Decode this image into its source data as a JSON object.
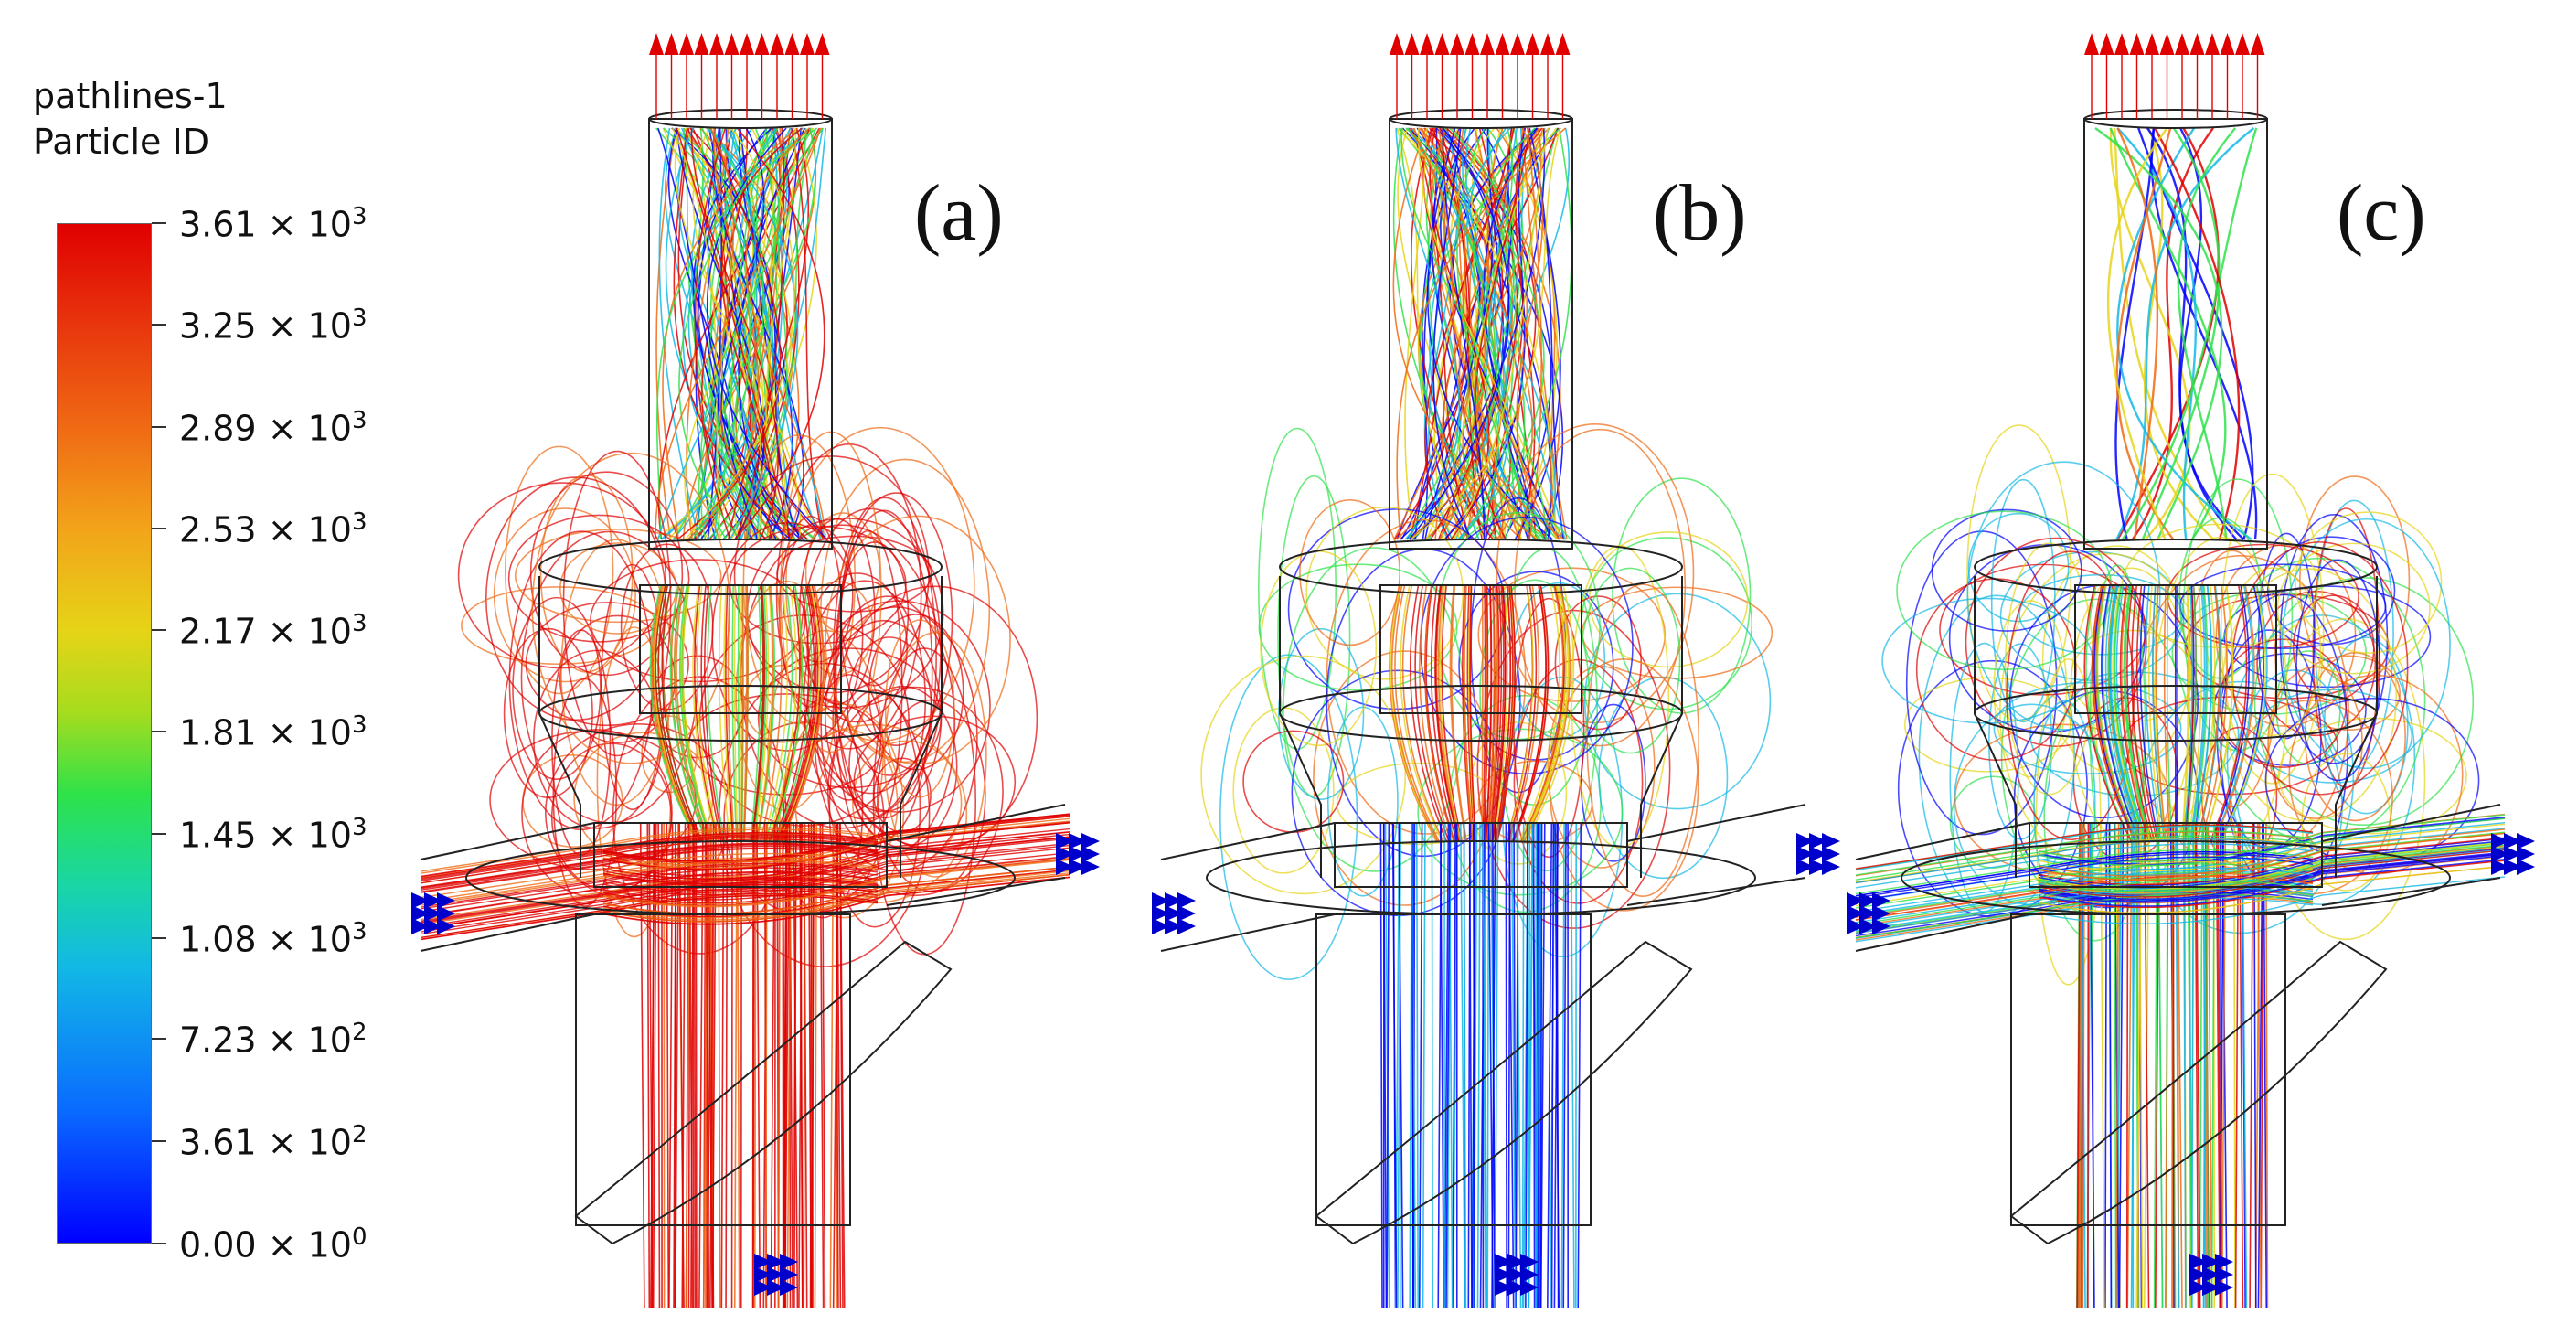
{
  "legend": {
    "title_line1": "pathlines-1",
    "title_line2": "Particle ID",
    "min": 0,
    "max": 3610,
    "ticks": [
      {
        "mant": "3.61",
        "exp": "3",
        "value": 3610
      },
      {
        "mant": "3.25",
        "exp": "3",
        "value": 3250
      },
      {
        "mant": "2.89",
        "exp": "3",
        "value": 2890
      },
      {
        "mant": "2.53",
        "exp": "3",
        "value": 2530
      },
      {
        "mant": "2.17",
        "exp": "3",
        "value": 2170
      },
      {
        "mant": "1.81",
        "exp": "3",
        "value": 1810
      },
      {
        "mant": "1.45",
        "exp": "3",
        "value": 1450
      },
      {
        "mant": "1.08",
        "exp": "3",
        "value": 1080
      },
      {
        "mant": "7.23",
        "exp": "2",
        "value": 723
      },
      {
        "mant": "3.61",
        "exp": "2",
        "value": 361
      },
      {
        "mant": "0.00",
        "exp": "0",
        "value": 0
      }
    ],
    "colormap": [
      "#0000ff",
      "#12b8e6",
      "#2ee24a",
      "#e6d417",
      "#f06a14",
      "#e00000"
    ]
  },
  "panels": [
    {
      "label": "(a)"
    },
    {
      "label": "(b)"
    },
    {
      "label": "(c)"
    }
  ],
  "colors": {
    "outlet_arrow": "#e00000",
    "inlet_arrow": "#0000cc",
    "geometry": "#222222"
  }
}
